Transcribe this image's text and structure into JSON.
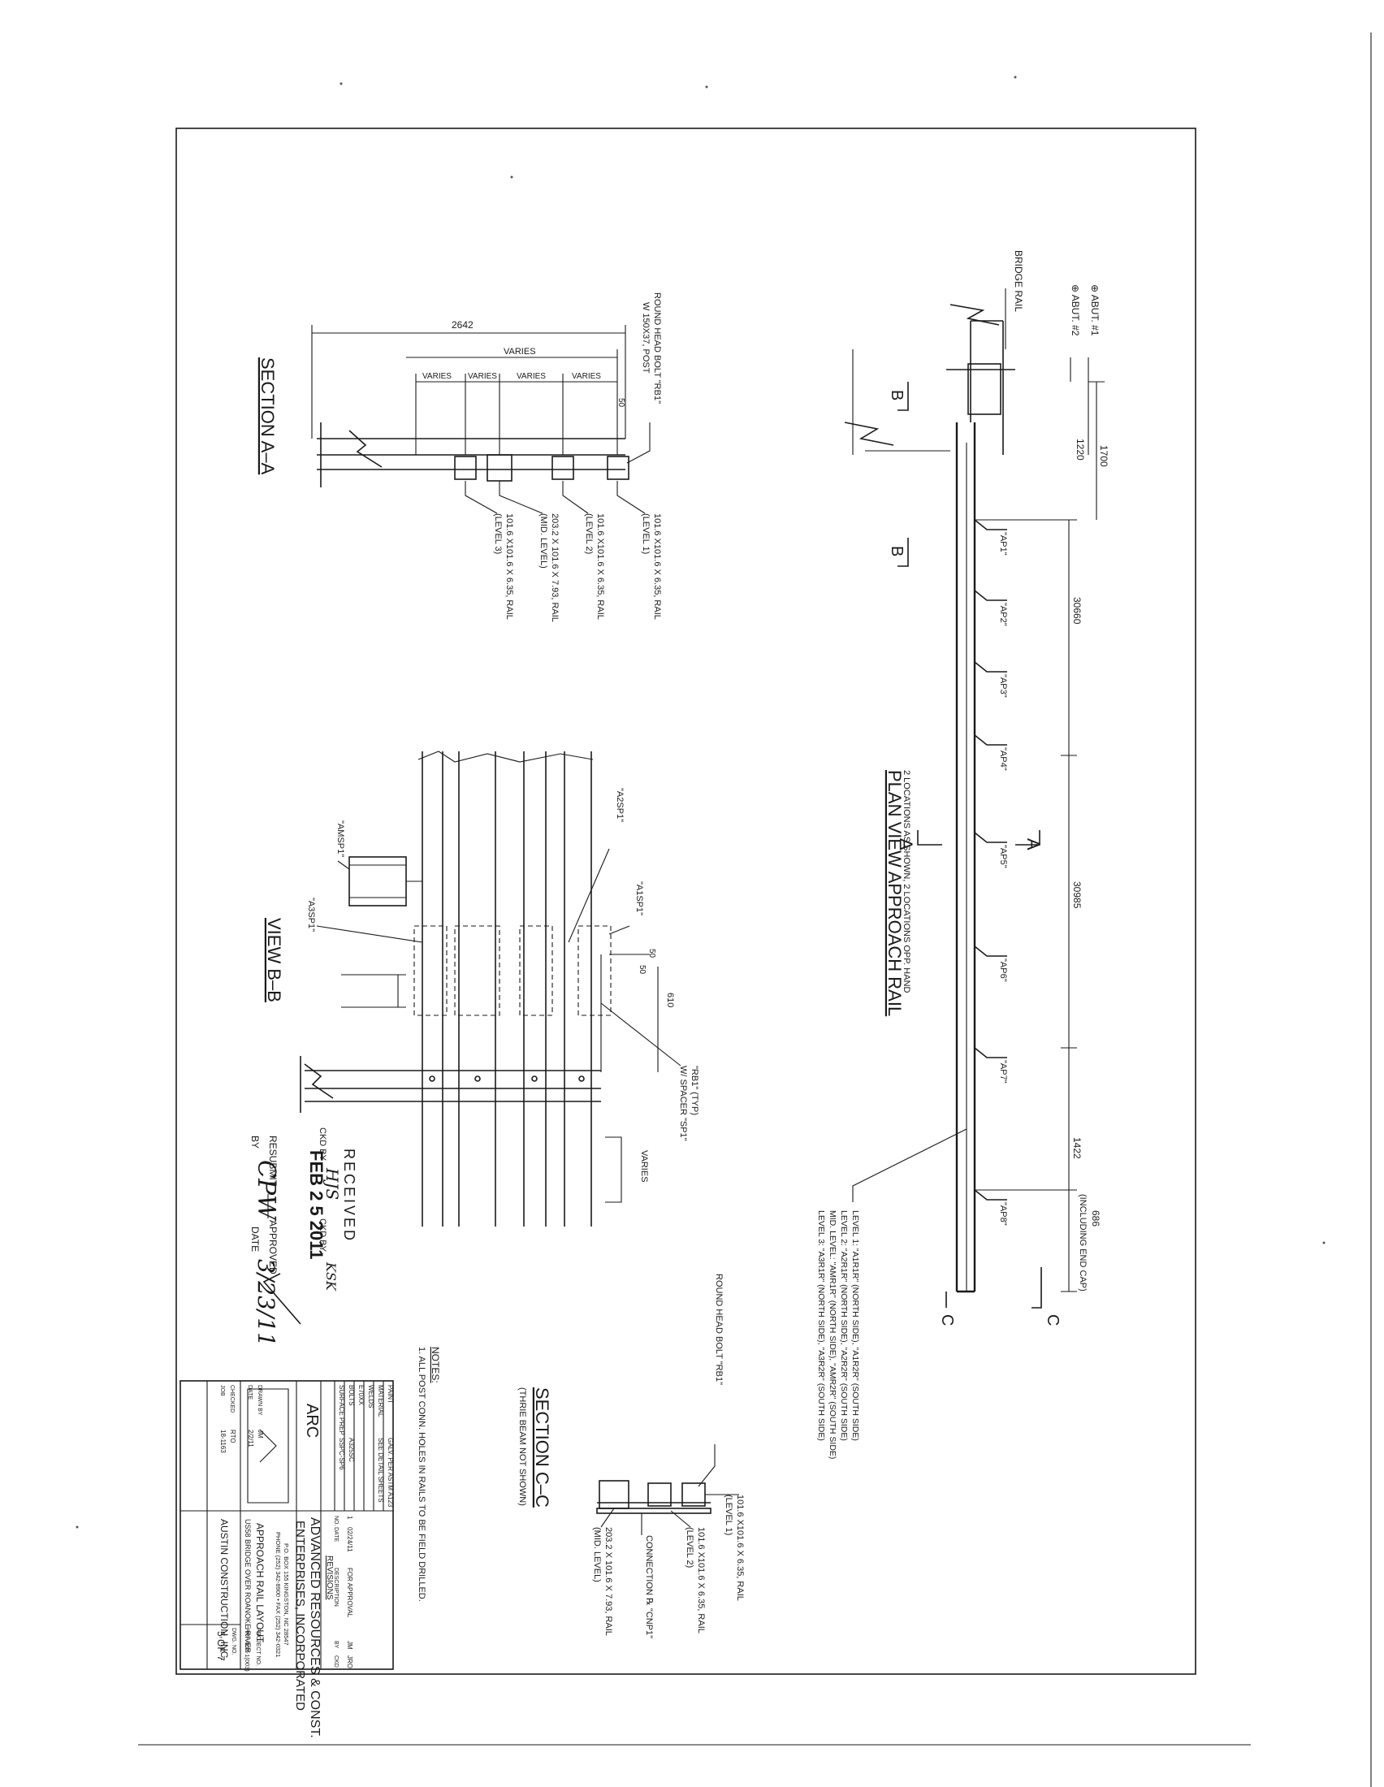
{
  "plan_view": {
    "title": "PLAN VIEW APPROACH RAIL",
    "subtitle": "2 LOCATIONS AS SHOWN, 2 LOCATIONS OPP. HAND",
    "legend_abut1": "⊕ ABUT. #1",
    "legend_abut2": "⊕ ABUT. #2",
    "bridge_rail": "BRIDGE RAIL",
    "dim_1700": "1700",
    "dim_1220": "1220",
    "dim_30660": "30660",
    "dim_30985": "30985",
    "dim_1422": "1422",
    "dim_686": "686",
    "dim_686_note": "(INCLUDING END CAP)",
    "posts": [
      "\"AP1\"",
      "\"AP2\"",
      "\"AP3\"",
      "\"AP4\"",
      "\"AP5\"",
      "\"AP6\"",
      "\"AP7\"",
      "\"AP8\""
    ],
    "cut_a": "A",
    "cut_b": "B",
    "cut_c": "C",
    "level_notes": [
      "LEVEL 1: \"A1R1R\" (NORTH SIDE), \"A1R2R\" (SOUTH SIDE)",
      "LEVEL 2: \"A2R1R\" (NORTH SIDE), \"A2R2R\" (SOUTH SIDE)",
      "MID. LEVEL: \"AMR1R\" (NORTH SIDE), \"AMR2R\" (SOUTH SIDE)",
      "LEVEL 3: \"A3R1R\" (NORTH SIDE), \"A3R2R\" (SOUTH SIDE)"
    ]
  },
  "section_aa": {
    "title": "SECTION A–A",
    "bolt_label_1": "ROUND HEAD BOLT \"RB1\"",
    "bolt_label_2": "W 150X37, POST",
    "dim_2642": "2642",
    "dim_varies": "VARIES",
    "dim_varies_1": "VARIES",
    "dim_varies_2": "VARIES",
    "dim_varies_3": "VARIES",
    "dim_varies_4": "VARIES",
    "dim_small": "50",
    "rail_1_a": "101.6 X101.6 X 6.35, RAIL",
    "rail_1_b": "(LEVEL 1)",
    "rail_2_a": "101.6 X101.6 X 6.35, RAIL",
    "rail_2_b": "(LEVEL 2)",
    "rail_m_a": "203.2 X 101.6 X 7.93, RAIL",
    "rail_m_b": "(MID. LEVEL)",
    "rail_3_a": "101.6 X101.6 X 6.35, RAIL",
    "rail_3_b": "(LEVEL 3)"
  },
  "view_bb": {
    "title": "VIEW B–B",
    "sp_a1": "\"A1SP1\"",
    "sp_a2": "\"A2SP1\"",
    "sp_am": "\"AMSP1\"",
    "sp_a3": "\"A3SP1\"",
    "dim_50a": "50",
    "dim_50b": "50",
    "dim_610": "610",
    "dim_varies": "VARIES",
    "rb1_a": "\"RB1\" (TYP)",
    "rb1_b": "W/ SPACER \"SP1\""
  },
  "section_cc": {
    "bolt_label": "ROUND HEAD BOLT \"RB1\"",
    "title": "SECTION C–C",
    "subtitle": "(THRIE BEAM NOT SHOWN)",
    "rail_1_a": "101.6 X101.6 X 6.35, RAIL",
    "rail_1_b": "(LEVEL 1)",
    "rail_2_a": "101.6 X101.6 X 6.35, RAIL",
    "rail_2_b": "(LEVEL 2)",
    "connection": "CONNECTION ℞ \"CNP1\"",
    "rail_m_a": "203.2 X 101.6 X 7.93, RAIL",
    "rail_m_b": "(MID. LEVEL)"
  },
  "notes": {
    "heading": "NOTES:",
    "items": [
      "1. ALL POST CONN. HOLES IN RAILS TO BE FIELD DRILLED."
    ]
  },
  "stamp": {
    "received": "RECEIVED",
    "date": "FEB 2 5 2011",
    "ckd_by": "CKD BY",
    "ckd_initials": "HJS",
    "ckd_by_2": "CKD BY",
    "ckd_initials_2": "KSK",
    "resubmit": "RESUBMIT",
    "approved": "APPROVED",
    "by": "BY",
    "by_sig": "CPW",
    "date_label": "DATE",
    "date_sig": "3/23/11"
  },
  "title_block": {
    "company_1": "ADVANCED RESOURCES & CONST.",
    "company_2": "ENTERPRISES, INCORPORATED",
    "address": "P.O. BOX 155 KINGSTON, NC 28547",
    "phone": "PHONE (252) 342-8900 • FAX (252) 342-0321",
    "logo": "ARC",
    "drawing_title": "APPROACH RAIL LAYOUT",
    "project": "US58 BRIDGE OVER ROANOKE RIVER",
    "job": "18-1163",
    "client": "AUSTIN CONSTRUCTION, INC.",
    "sheet": "5 OF 7",
    "revisions": "REVISIONS",
    "rev_cols": [
      "NO.",
      "DATE",
      "DESCRIPTION",
      "BY",
      "CKD"
    ],
    "rev_row": [
      "1",
      "02/24/11",
      "FOR APPROVAL",
      "JM",
      "JRO"
    ],
    "rows": [
      [
        "PAINT",
        "GALV. PER ASTM A123"
      ],
      [
        "MATERIAL",
        "SEE DETAIL SHEETS"
      ],
      [
        "WELDS",
        ""
      ],
      [
        "E70XX",
        ""
      ],
      [
        "BOLTS",
        "A325SC"
      ],
      [
        "SURFACE PREP",
        "SSPC-SP6"
      ]
    ],
    "drawn_by": "DRAWN BY",
    "drawn_val": "JM",
    "date_label": "DATE",
    "date_val": "2/2/11",
    "checked_by": "CHECKED",
    "checked_val": "RTO",
    "job_label": "JOB",
    "project_no_label": "PROJECT NO.",
    "project_no": "PRF 602-1(003)",
    "dwg_no_label": "DWG. NO."
  }
}
